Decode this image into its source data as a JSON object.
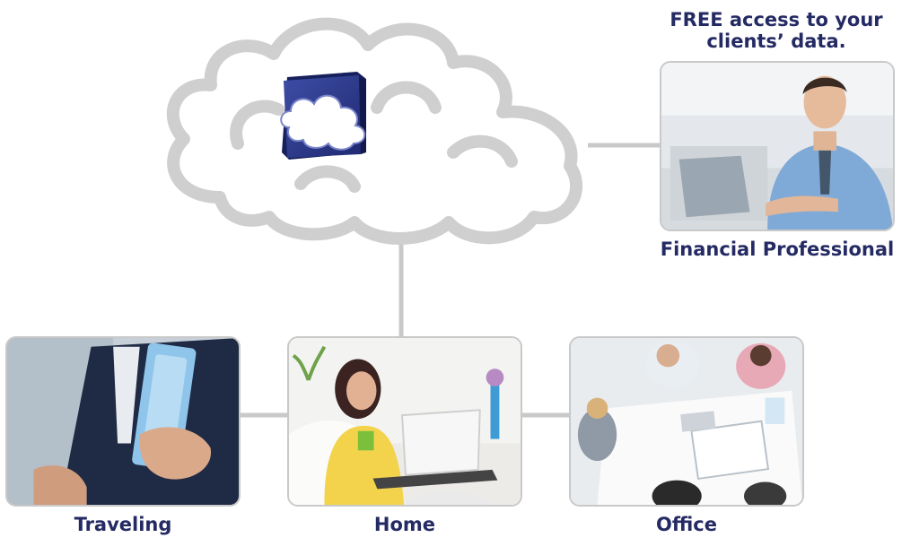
{
  "headline": {
    "line1": "FREE access to your",
    "line2": "clients’ data."
  },
  "nodes": {
    "financial": {
      "label": "Financial Professional",
      "photo": "financial-professional-at-laptop"
    },
    "traveling": {
      "label": "Traveling",
      "photo": "traveler-holding-tickets"
    },
    "home": {
      "label": "Home",
      "photo": "woman-with-laptop-and-mug"
    },
    "office": {
      "label": "Office",
      "photo": "office-meeting-overhead"
    }
  },
  "colors": {
    "label_navy": "#242a63",
    "connector_gray": "#c9c9c9",
    "logo_blue": "#2e3b8f"
  },
  "icons": [
    "cloud-outline-icon",
    "cloud-app-logo-icon"
  ]
}
